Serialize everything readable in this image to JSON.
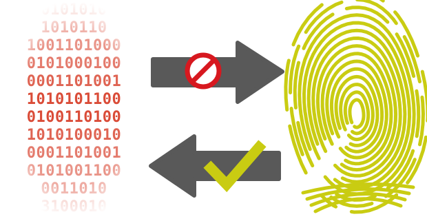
{
  "illustration": {
    "binary_lines": [
      "0101010",
      "1010110",
      "1001101000",
      "0101000100",
      "0001101001",
      "1010101100",
      "0100110100",
      "1010100010",
      "0001101001",
      "0101001100",
      "0011010",
      "3100010"
    ],
    "colors": {
      "binary": "#d8412c",
      "arrows": "#595959",
      "blocked_sign": "#d7181f",
      "checkmark": "#c9cc12",
      "fingerprint": "#c9cc12"
    },
    "icons": {
      "top_arrow": "arrow-right-icon",
      "bottom_arrow": "arrow-left-icon",
      "blocked": "no-entry-icon",
      "approved": "checkmark-icon",
      "identity": "fingerprint-icon"
    }
  }
}
